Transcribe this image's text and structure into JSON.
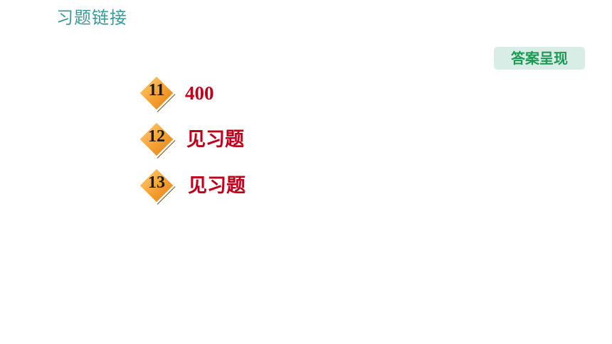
{
  "header": {
    "title": "习题链接",
    "answer_button_label": "答案呈现"
  },
  "items": [
    {
      "number": "11",
      "answer": "400"
    },
    {
      "number": "12",
      "answer": "见习题"
    },
    {
      "number": "13",
      "answer": "见习题"
    }
  ],
  "colors": {
    "title": "#3d9a9a",
    "button_bg": "#d9ede7",
    "button_text": "#1f9a55",
    "answer_text": "#c0001a",
    "badge_fill": "#f5a623"
  }
}
